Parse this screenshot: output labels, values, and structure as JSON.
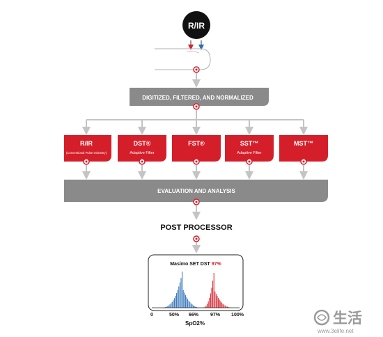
{
  "sensor": {
    "label": "R/IR"
  },
  "stage1": {
    "label": "DIGITIZED, FILTERED, AND NORMALIZED"
  },
  "algorithms": [
    {
      "title": "R/IR",
      "subtitle": "(Conventional Pulse Oximetry)"
    },
    {
      "title": "DST®",
      "subtitle": "Adaptive Filter"
    },
    {
      "title": "FST®",
      "subtitle": ""
    },
    {
      "title": "SST™",
      "subtitle": "Adaptive Filter"
    },
    {
      "title": "MST™",
      "subtitle": ""
    }
  ],
  "stage2": {
    "label": "EVALUATION AND ANALYSIS"
  },
  "post_processor": {
    "label": "POST PROCESSOR"
  },
  "histogram": {
    "title_prefix": "Masimo SET DST",
    "title_value": "97%",
    "x_ticks": [
      "0",
      "50%",
      "66%",
      "97%",
      "100%"
    ],
    "x_label": "SpO2%"
  },
  "watermark": {
    "brand": "生活",
    "site": "www.3elife.net"
  },
  "colors": {
    "red": "#d41f2b",
    "gray": "#8a8a8a",
    "blue": "#2a6db5",
    "arrow": "#c8c8c8"
  }
}
